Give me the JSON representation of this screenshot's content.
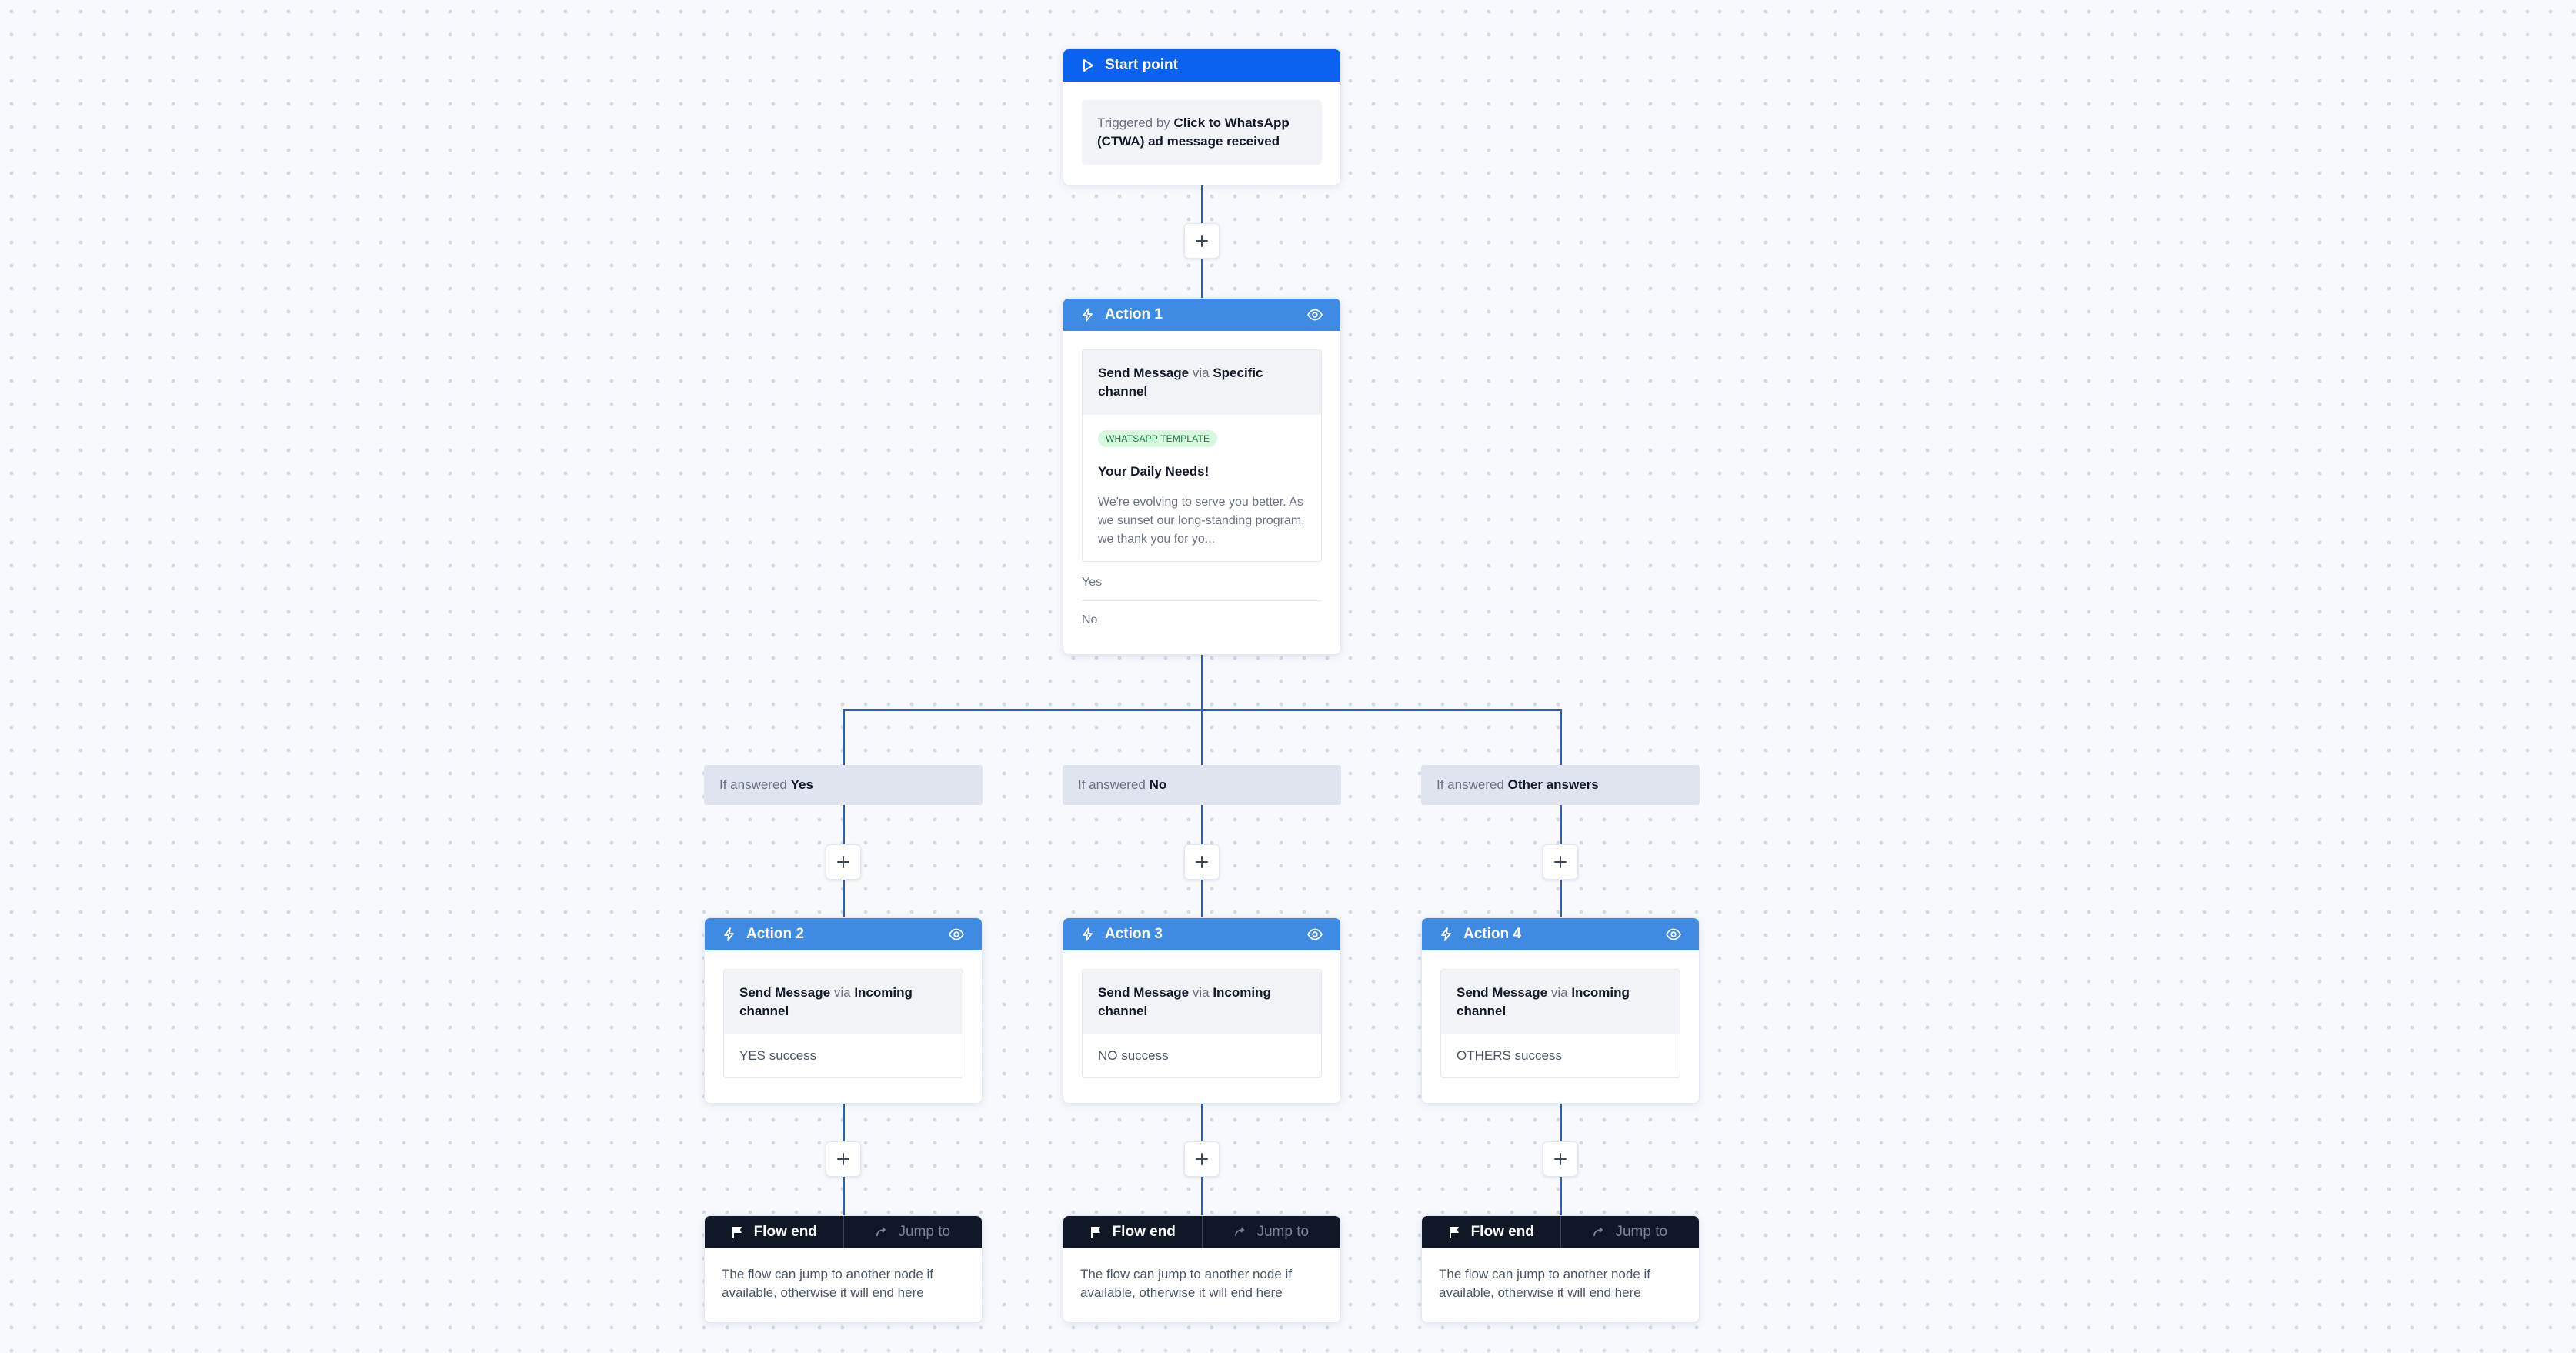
{
  "start": {
    "title": "Start point",
    "trigger_prefix": "Triggered by",
    "trigger_bold": "Click to WhatsApp (CTWA) ad message received"
  },
  "action1": {
    "title": "Action 1",
    "send_prefix": "Send Message",
    "send_via": "via",
    "send_channel": "Specific channel",
    "badge": "WHATSAPP TEMPLATE",
    "template_title": "Your Daily Needs!",
    "template_body": "We're evolving to serve you better. As we sunset our long-standing program, we thank you for yo...",
    "option_yes": "Yes",
    "option_no": "No"
  },
  "conditions": [
    {
      "prefix": "If answered",
      "value": "Yes"
    },
    {
      "prefix": "If answered",
      "value": "No"
    },
    {
      "prefix": "If answered",
      "value": "Other answers"
    }
  ],
  "actions": [
    {
      "title": "Action 2",
      "send_prefix": "Send Message",
      "send_via": "via",
      "send_channel": "Incoming channel",
      "message": "YES success"
    },
    {
      "title": "Action 3",
      "send_prefix": "Send Message",
      "send_via": "via",
      "send_channel": "Incoming channel",
      "message": "NO success"
    },
    {
      "title": "Action 4",
      "send_prefix": "Send Message",
      "send_via": "via",
      "send_channel": "Incoming channel",
      "message": "OTHERS success"
    }
  ],
  "flow_end": {
    "label": "Flow end",
    "jump_label": "Jump to",
    "description": "The flow can jump to another node if available, otherwise it will end here"
  },
  "colors": {
    "start_header": "#0b62f0",
    "action_header": "#3f8ae2",
    "connector": "#2d5fb2",
    "flow_end_header": "#101828",
    "badge_bg": "#d7f8df"
  },
  "icons": [
    "play-icon",
    "lightning-icon",
    "eye-icon",
    "plus-icon",
    "flag-icon",
    "jump-arrow-icon"
  ]
}
